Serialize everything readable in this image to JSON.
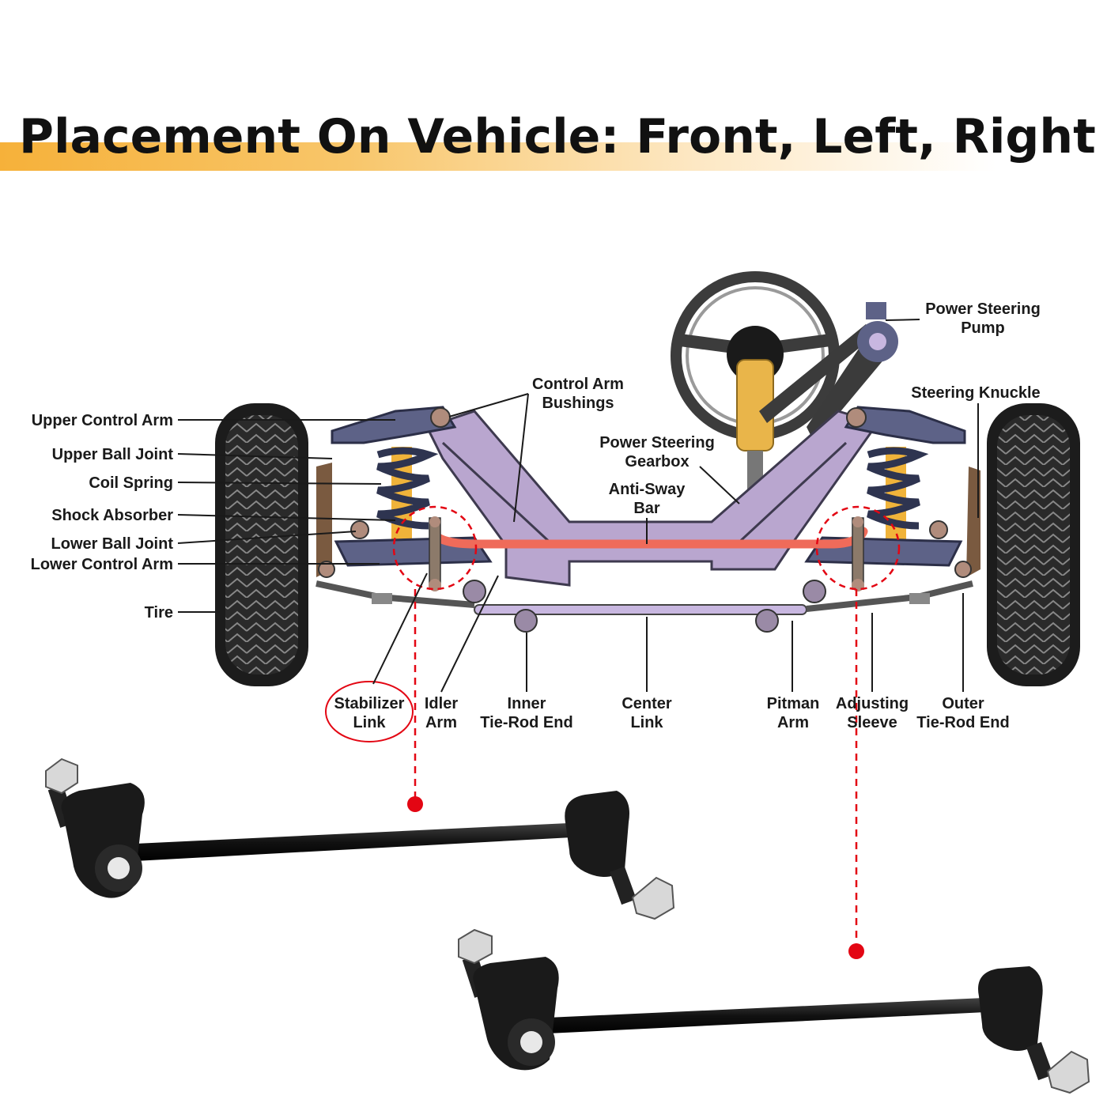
{
  "title": "Placement On Vehicle: Front, Left, Right",
  "labels": {
    "upper_control_arm": "Upper Control Arm",
    "upper_ball_joint": "Upper Ball Joint",
    "coil_spring": "Coil Spring",
    "shock_absorber": "Shock Absorber",
    "lower_ball_joint": "Lower Ball Joint",
    "lower_control_arm": "Lower Control Arm",
    "tire": "Tire",
    "control_arm_bushings_1": "Control Arm",
    "control_arm_bushings_2": "Bushings",
    "power_steering_gearbox_1": "Power Steering",
    "power_steering_gearbox_2": "Gearbox",
    "anti_sway_bar_1": "Anti-Sway",
    "anti_sway_bar_2": "Bar",
    "power_steering_pump_1": "Power Steering",
    "power_steering_pump_2": "Pump",
    "steering_knuckle": "Steering Knuckle",
    "stabilizer_link_1": "Stabilizer",
    "stabilizer_link_2": "Link",
    "idler_arm_1": "Idler",
    "idler_arm_2": "Arm",
    "inner_tie_rod_end_1": "Inner",
    "inner_tie_rod_end_2": "Tie-Rod End",
    "center_link_1": "Center",
    "center_link_2": "Link",
    "pitman_arm_1": "Pitman",
    "pitman_arm_2": "Arm",
    "adjusting_sleeve_1": "Adjusting",
    "adjusting_sleeve_2": "Sleeve",
    "outer_tie_rod_end_1": "Outer",
    "outer_tie_rod_end_2": "Tie-Rod End"
  },
  "colors": {
    "title_highlight": "#f6b13a",
    "frame": "#b9a6cf",
    "arm": "#5d6287",
    "anti_sway_bar": "#ef6b5a",
    "marker": "#e30613",
    "shock": "#f0b33a",
    "spring": "#2e3450"
  }
}
